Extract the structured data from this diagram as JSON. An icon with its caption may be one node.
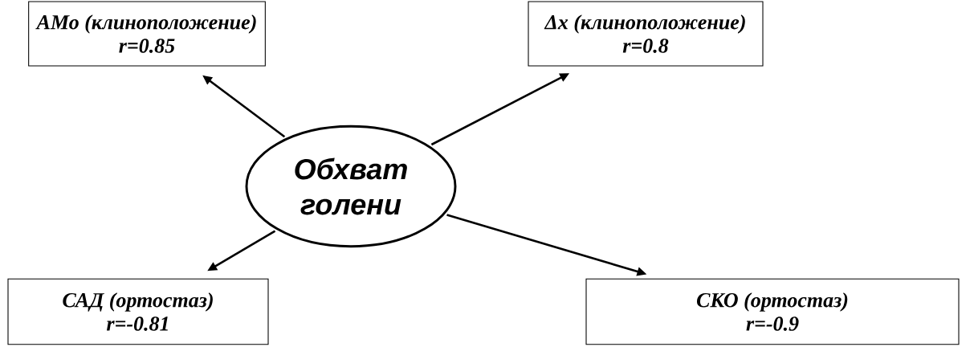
{
  "diagram": {
    "nodes": [
      {
        "text": [
          "АМо  (клиноположение)",
          "r=0.85"
        ]
      },
      {
        "text": [
          "Δх  (клиноположение)",
          "r=0.8"
        ]
      },
      {
        "text": [
          "Обхват голени"
        ]
      },
      {
        "text": [
          "САД  (ортостаз)",
          "r=-0.81"
        ]
      },
      {
        "text": [
          "СКО  (ортостаз)",
          "r=-0.9"
        ]
      }
    ],
    "edges": [
      {
        "from": 2,
        "to": 0,
        "arrow": "to"
      },
      {
        "from": 2,
        "to": 1,
        "arrow": "to"
      },
      {
        "from": 2,
        "to": 3,
        "arrow": "to"
      },
      {
        "from": 2,
        "to": 4,
        "arrow": "to"
      }
    ]
  }
}
